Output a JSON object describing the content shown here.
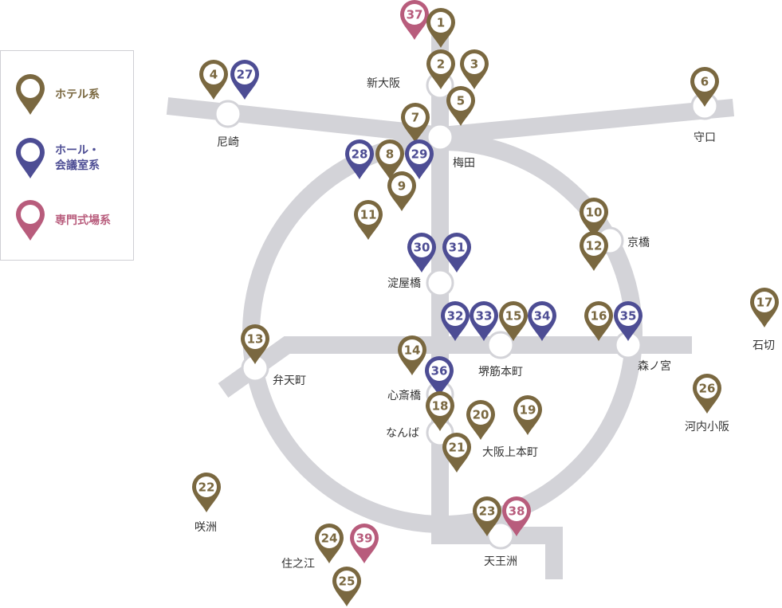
{
  "colors": {
    "hotel": "#7a6840",
    "hall": "#4d4d94",
    "ceremony": "#b85c7c",
    "rail": "#d3d3d8",
    "station_fill": "#ffffff",
    "station_stroke": "#d3d3d8"
  },
  "legend": [
    {
      "type": "hotel",
      "label": "ホテル系",
      "icon": "hotel-pin-icon"
    },
    {
      "type": "hall",
      "label": "ホール・\n会議室系",
      "icon": "hall-pin-icon"
    },
    {
      "type": "ceremony",
      "label": "専門式場系",
      "icon": "ceremony-pin-icon"
    }
  ],
  "stations": [
    {
      "id": "shin-osaka",
      "label": "新大阪"
    },
    {
      "id": "amagasaki",
      "label": "尼崎"
    },
    {
      "id": "moriguchi",
      "label": "守口"
    },
    {
      "id": "umeda",
      "label": "梅田"
    },
    {
      "id": "kyobashi",
      "label": "京橋"
    },
    {
      "id": "yodoyabashi",
      "label": "淀屋橋"
    },
    {
      "id": "ishikiri",
      "label": "石切"
    },
    {
      "id": "bentencho",
      "label": "弁天町"
    },
    {
      "id": "sakaisuji-honmachi",
      "label": "堺筋本町"
    },
    {
      "id": "morinomiya",
      "label": "森ノ宮"
    },
    {
      "id": "shinsaibashi",
      "label": "心斎橋"
    },
    {
      "id": "kawachi-kosaka",
      "label": "河内小阪"
    },
    {
      "id": "namba",
      "label": "なんば"
    },
    {
      "id": "osaka-uehommachi",
      "label": "大阪上本町"
    },
    {
      "id": "sakishima",
      "label": "咲洲"
    },
    {
      "id": "suminoe",
      "label": "住之江"
    },
    {
      "id": "tennoji",
      "label": "天王洲"
    }
  ],
  "pins": [
    {
      "number": "37",
      "type": "ceremony"
    },
    {
      "number": "1",
      "type": "hotel"
    },
    {
      "number": "2",
      "type": "hotel"
    },
    {
      "number": "3",
      "type": "hotel"
    },
    {
      "number": "4",
      "type": "hotel"
    },
    {
      "number": "27",
      "type": "hall"
    },
    {
      "number": "5",
      "type": "hotel"
    },
    {
      "number": "6",
      "type": "hotel"
    },
    {
      "number": "7",
      "type": "hotel"
    },
    {
      "number": "28",
      "type": "hall"
    },
    {
      "number": "8",
      "type": "hotel"
    },
    {
      "number": "29",
      "type": "hall"
    },
    {
      "number": "9",
      "type": "hotel"
    },
    {
      "number": "10",
      "type": "hotel"
    },
    {
      "number": "11",
      "type": "hotel"
    },
    {
      "number": "12",
      "type": "hotel"
    },
    {
      "number": "30",
      "type": "hall"
    },
    {
      "number": "31",
      "type": "hall"
    },
    {
      "number": "17",
      "type": "hotel"
    },
    {
      "number": "32",
      "type": "hall"
    },
    {
      "number": "33",
      "type": "hall"
    },
    {
      "number": "15",
      "type": "hotel"
    },
    {
      "number": "34",
      "type": "hall"
    },
    {
      "number": "16",
      "type": "hotel"
    },
    {
      "number": "35",
      "type": "hall"
    },
    {
      "number": "13",
      "type": "hotel"
    },
    {
      "number": "14",
      "type": "hotel"
    },
    {
      "number": "36",
      "type": "hall"
    },
    {
      "number": "26",
      "type": "hotel"
    },
    {
      "number": "18",
      "type": "hotel"
    },
    {
      "number": "20",
      "type": "hotel"
    },
    {
      "number": "19",
      "type": "hotel"
    },
    {
      "number": "21",
      "type": "hotel"
    },
    {
      "number": "22",
      "type": "hotel"
    },
    {
      "number": "23",
      "type": "hotel"
    },
    {
      "number": "38",
      "type": "ceremony"
    },
    {
      "number": "24",
      "type": "hotel"
    },
    {
      "number": "39",
      "type": "ceremony"
    },
    {
      "number": "25",
      "type": "hotel"
    }
  ]
}
